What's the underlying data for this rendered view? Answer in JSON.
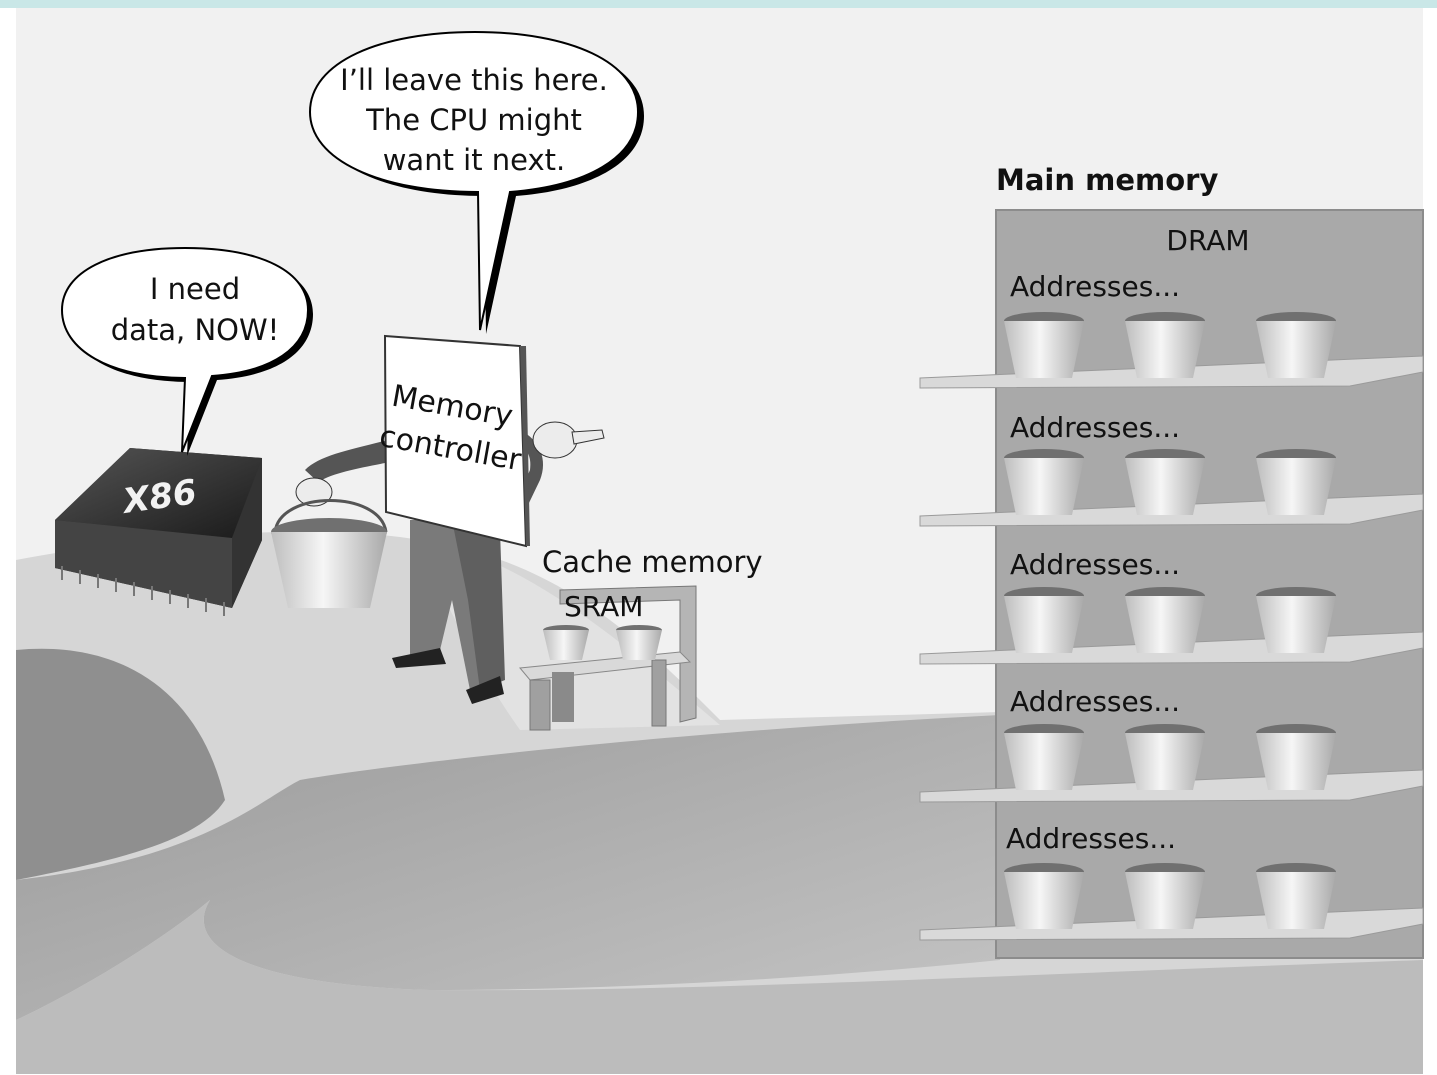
{
  "cpu": {
    "speech": [
      "I need",
      "data, NOW!"
    ],
    "chip_label": "X86"
  },
  "controller": {
    "speech": [
      "I’ll leave this here.",
      "The CPU might",
      "want it next."
    ],
    "sign": [
      "Memory",
      "controller"
    ]
  },
  "cache": {
    "title": "Cache memory",
    "type": "SRAM"
  },
  "main_memory": {
    "title": "Main memory",
    "type": "DRAM",
    "shelves": [
      {
        "label": "Addresses..."
      },
      {
        "label": "Addresses..."
      },
      {
        "label": "Addresses..."
      },
      {
        "label": "Addresses..."
      },
      {
        "label": "Addresses..."
      }
    ]
  },
  "colors": {
    "top_bar": "#c9e7e7",
    "background": "#f1f1f1",
    "path_dark": "#8f8f8f",
    "path_mid": "#b8b8b8",
    "path_light": "#d9d9d9",
    "rack": "#a9a9a9"
  }
}
